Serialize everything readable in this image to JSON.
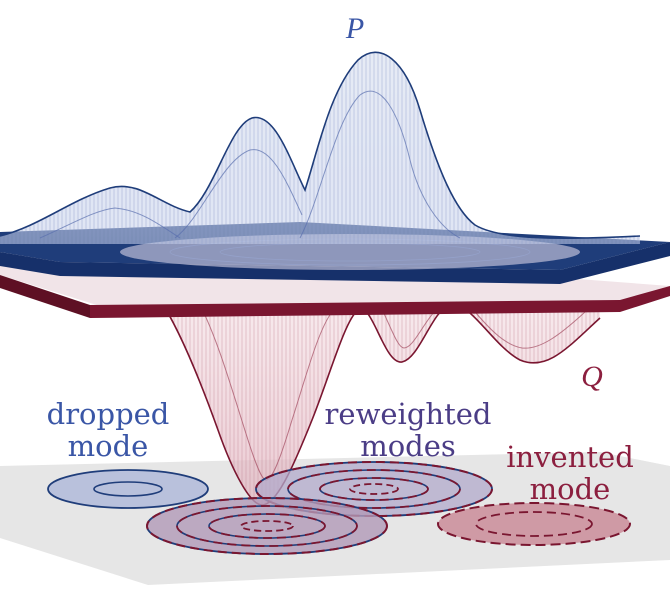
{
  "labels": {
    "p": "P",
    "q": "Q",
    "dropped": [
      "dropped",
      "mode"
    ],
    "reweighted": [
      "reweighted",
      "modes"
    ],
    "invented": [
      "invented",
      "mode"
    ]
  },
  "colors": {
    "p_blue": "#1f3d7a",
    "q_red": "#7a1630",
    "label_blue": "#3a56a6",
    "label_purple": "#4b3d86",
    "label_red": "#8c1f3f",
    "floor": "#e6e6e6"
  }
}
